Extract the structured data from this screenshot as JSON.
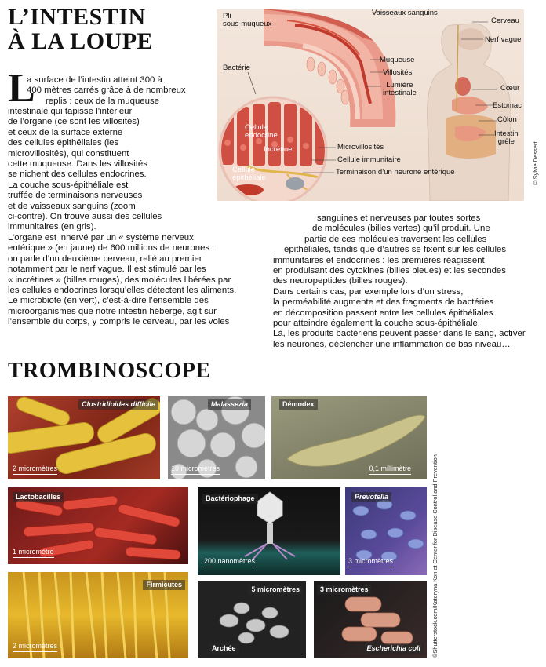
{
  "title": [
    "L’INTESTIN",
    "À LA LOUPE"
  ],
  "dropcap": "L",
  "left_column": [
    "a surface de l’intestin atteint 300 à",
    "400 mètres carrés grâce à de nombreux",
    "replis : ceux de la muqueuse",
    "intestinale qui tapisse l’intérieur",
    "de l’organe (ce sont les villosités)",
    "et ceux de la surface externe",
    "des cellules épithéliales (les",
    "microvillosités), qui constituent",
    "cette muqueuse. Dans les villosités",
    "se nichent des cellules endocrines.",
    "La couche sous-épithéliale est",
    "truffée de terminaisons nerveuses",
    "et de vaisseaux sanguins (zoom",
    "ci-contre). On trouve aussi des cellules",
    "immunitaires (en gris)."
  ],
  "full_left": [
    "L’organe est innervé par un « système nerveux",
    "entérique » (en jaune) de 600 millions de neurones :",
    "on parle d’un deuxième cerveau, relié au premier",
    "notamment par le nerf vague. Il est stimulé par les",
    "« incrétines » (billes rouges), des molécules libérées par",
    "les cellules endocrines lorsqu’elles détectent les aliments.",
    "Le microbiote (en vert), c’est-à-dire l’ensemble des",
    "microorganismes que notre intestin héberge, agit sur",
    "l’ensemble du corps, y compris le cerveau, par les voies"
  ],
  "right_column": [
    "sanguines et nerveuses par toutes sortes",
    "de molécules (billes vertes) qu’il produit. Une",
    "partie de ces molécules traversent les cellules",
    "épithéliales, tandis que d’autres se fixent sur les cellules",
    "immunitaires et endocrines : les premières réagissent",
    "en produisant des cytokines (billes bleues) et les secondes",
    "des neuropeptides (billes rouges).",
    "Dans certains cas, par exemple lors d’un stress,",
    "la perméabilité augmente et des fragments de bactéries",
    "en décomposition passent entre les cellules épithéliales",
    "pour atteindre également la couche sous-épithéliale.",
    "Là, les produits bactériens peuvent passer dans le sang, activer",
    "les neurones, déclencher une inflammation de bas niveau…"
  ],
  "illustration": {
    "labels": {
      "pli": "Pli",
      "sous_muqueux": "sous-muqueux",
      "vaisseaux": "Vaisseaux sanguins",
      "cerveau": "Cerveau",
      "nerf_vague": "Nerf vague",
      "bacterie": "Bactérie",
      "muqueuse": "Muqueuse",
      "villosites": "Villosités",
      "lumiere": "Lumière",
      "intestinale": "intestinale",
      "coeur": "Cœur",
      "estomac": "Estomac",
      "colon": "Côlon",
      "intestin": "Intestin",
      "grele": "grêle",
      "cellule_endocrine_1": "Cellule",
      "cellule_endocrine_2": "endocrine",
      "incretine": "Incrétine",
      "cellule_epi_1": "Cellule",
      "cellule_epi_2": "épithéliale",
      "microvillosites": "Microvillosités",
      "cellule_immunitaire": "Cellule immunitaire",
      "terminaison": "Terminaison d’un neurone entérique"
    },
    "credit": "© Sylvie Dessert"
  },
  "trombinoscope_title": "TROMBINOSCOPE",
  "photos": {
    "clostridioides": {
      "name": "Clostridioides difficile",
      "scale": "2 micromètres"
    },
    "malassezia": {
      "name": "Malassezia",
      "scale": "10 micromètres"
    },
    "demodex": {
      "name": "Démodex",
      "scale": "0,1 millimètre"
    },
    "lactobacilles": {
      "name": "Lactobacilles",
      "scale": "1 micromètre"
    },
    "bacteriophage": {
      "name": "Bactériophage",
      "scale": "200 nanomètres"
    },
    "prevotella": {
      "name": "Prevotella",
      "scale": "3 micromètres"
    },
    "firmicutes": {
      "name": "Firmicutes",
      "scale": "2 micromètres"
    },
    "archee": {
      "name": "Archée",
      "scale": "5 micromètres"
    },
    "escherichia": {
      "name": "Escherichia coli",
      "scale": "3 micromètres"
    }
  },
  "photo_credit": "©Shutterstock.com/Kateryna Kon et Center for Disease Control and Prevention",
  "colors": {
    "text": "#111111",
    "accent_red": "#c0392b"
  }
}
